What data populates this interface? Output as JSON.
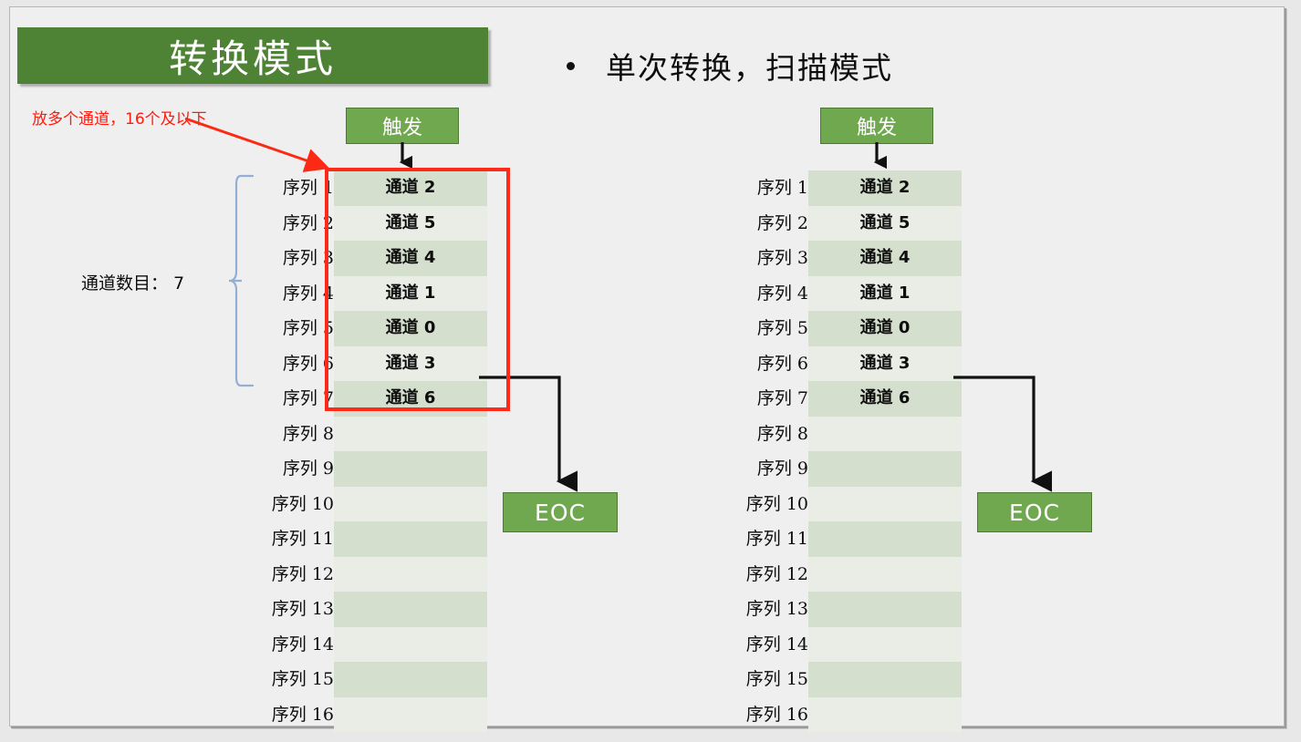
{
  "slide": {
    "title": "转换模式",
    "bullet": "单次转换，扫描模式",
    "annotation": "放多个通道，16个及以下",
    "channel_count_label": "通道数目： 7",
    "colors": {
      "title_banner": "#4E8234",
      "box_green": "#6FA84E",
      "box_green_border": "#4E7A35",
      "row_dark": "#D5DFCD",
      "row_light": "#E9EDE6",
      "annotation_red": "#FF1A0D",
      "highlight_red": "#FF2A18",
      "brace_blue": "#93AFD6",
      "slide_bg": "#EFEFEF"
    }
  },
  "labels": {
    "trigger": "触发",
    "eoc": "EOC"
  },
  "sequence_labels": [
    "序列 1",
    "序列 2",
    "序列 3",
    "序列 4",
    "序列 5",
    "序列 6",
    "序列 7",
    "序列 8",
    "序列 9",
    "序列 10",
    "序列 11",
    "序列 12",
    "序列 13",
    "序列 14",
    "序列 15",
    "序列 16"
  ],
  "panels": [
    {
      "id": "left-panel",
      "rows": [
        "通道 2",
        "通道 5",
        "通道 4",
        "通道 1",
        "通道 0",
        "通道 3",
        "通道 6",
        "",
        "",
        "",
        "",
        "",
        "",
        "",
        "",
        ""
      ],
      "filled_count": 7,
      "highlight": true
    },
    {
      "id": "right-panel",
      "rows": [
        "通道 2",
        "通道 5",
        "通道 4",
        "通道 1",
        "通道 0",
        "通道 3",
        "通道 6",
        "",
        "",
        "",
        "",
        "",
        "",
        "",
        "",
        ""
      ],
      "filled_count": 7,
      "highlight": false
    }
  ]
}
